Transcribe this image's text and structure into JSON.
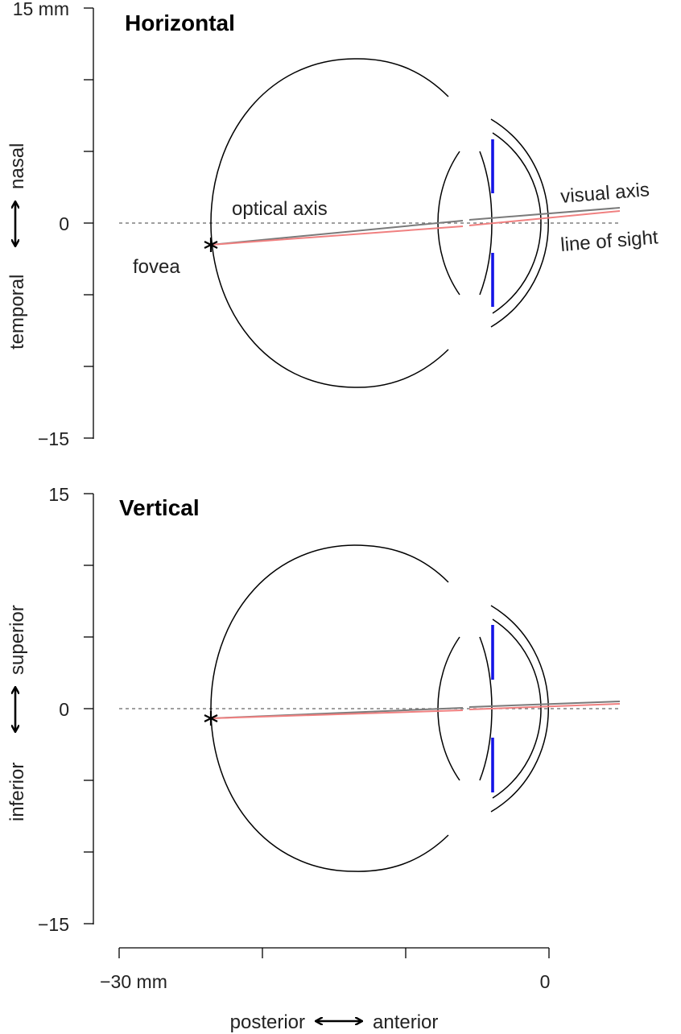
{
  "panels": {
    "horizontal": {
      "title": "Horizontal",
      "y_top_label": "15 mm",
      "y_zero_label": "0",
      "y_bottom_label": "−15",
      "side_label_pos": "nasal",
      "side_label_neg": "temporal",
      "optical_axis_label": "optical axis",
      "visual_axis_label": "visual axis",
      "line_of_sight_label": "line of sight",
      "fovea_label": "fovea"
    },
    "vertical": {
      "title": "Vertical",
      "y_top_label": "15",
      "y_zero_label": "0",
      "y_bottom_label": "−15",
      "side_label_pos": "superior",
      "side_label_neg": "inferior"
    }
  },
  "x_axis": {
    "left_label": "−30 mm",
    "right_label": "0",
    "direction_neg": "posterior",
    "direction_pos": "anterior"
  },
  "colors": {
    "iris": "#1414e6",
    "visual_axis": "#7a7a7a",
    "line_of_sight": "#f08080",
    "optical_axis": "#666666"
  }
}
